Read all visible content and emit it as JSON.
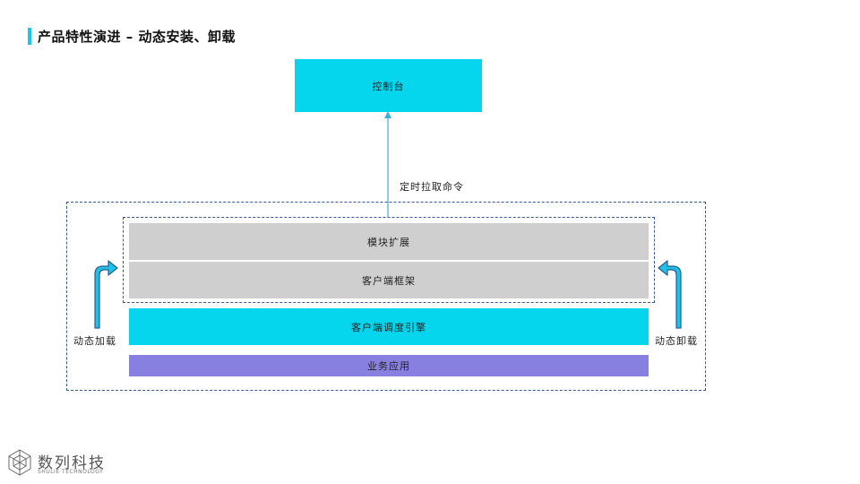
{
  "title": "产品特性演进 – 动态安装、卸载",
  "nodes": {
    "console": "控制台",
    "module_extension": "模块扩展",
    "client_framework": "客户端框架",
    "client_scheduler": "客户端调度引擎",
    "business_app": "业务应用"
  },
  "labels": {
    "pull_command": "定时拉取命令",
    "dynamic_load": "动态加载",
    "dynamic_unload": "动态卸载"
  },
  "logo": {
    "name": "数列科技",
    "subtitle": "SHULIE TECHNOLOGY"
  },
  "colors": {
    "accent": "#18c8e6",
    "cyan_box": "#05d6ee",
    "gray_box": "#d0cfd0",
    "purple_box": "#8880e0",
    "dash_border": "#3a5a8c"
  },
  "icons": [
    "up-arrow-icon",
    "curved-arrow-left-icon",
    "curved-arrow-right-icon",
    "logo-icon"
  ]
}
